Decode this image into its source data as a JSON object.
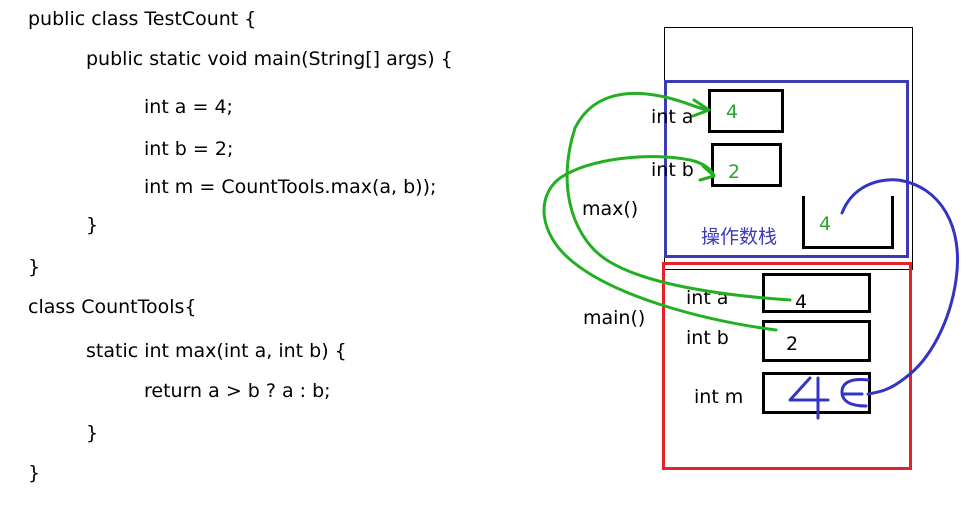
{
  "code": {
    "lines": [
      "public class TestCount {",
      "public static void main(String[] args) {",
      "int a = 4;",
      "int b = 2;",
      "int m = CountTools.max(a, b));",
      "}",
      "}",
      "class CountTools{",
      "static int max(int a, int b) {",
      "return a > b ? a : b;",
      "}",
      "}"
    ]
  },
  "stack": {
    "max_frame": {
      "label": "max()",
      "vars": [
        {
          "name": "int a",
          "value": "4"
        },
        {
          "name": "int b",
          "value": "2"
        }
      ],
      "operand_stack": {
        "label": "操作数栈",
        "value": "4"
      }
    },
    "main_frame": {
      "label": "main()",
      "vars": [
        {
          "name": "int a",
          "value": "4"
        },
        {
          "name": "int b",
          "value": "2"
        },
        {
          "name": "int m",
          "value": "4"
        }
      ]
    }
  },
  "colors": {
    "text": "#000000",
    "max_frame_border": "#3b3bb8",
    "main_frame_border": "#e8202a",
    "operand_label": "#3b3bb8",
    "copied_value": "#2aa52a",
    "green_arrow": "#22b022",
    "blue_scribble": "#3434c4"
  }
}
